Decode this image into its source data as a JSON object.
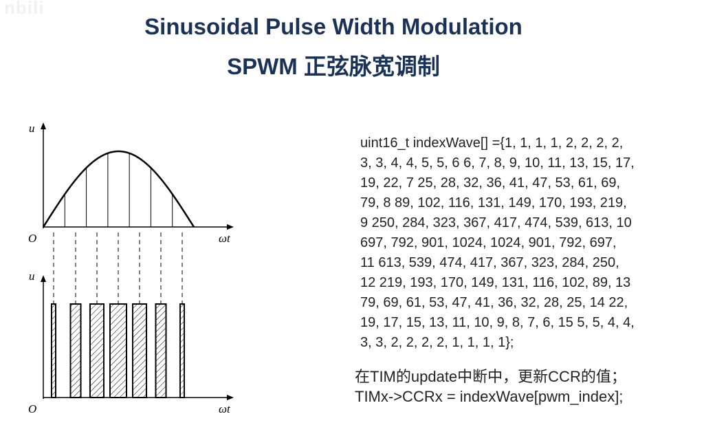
{
  "watermark": "nbili",
  "title": {
    "line1": "Sinusoidal Pulse Width Modulation",
    "line2": "SPWM 正弦脉宽调制"
  },
  "diagram": {
    "top_axis_y_label": "u",
    "top_axis_x_label": "ωt",
    "top_origin_label": "O",
    "bottom_axis_y_label": "u",
    "bottom_axis_x_label": "ωt",
    "bottom_origin_label": "O"
  },
  "code_lines": [
    "uint16_t indexWave[] ={1, 1, 1, 1, 2, 2, 2, 2,",
    "3, 3, 4, 4, 5, 5, 6 6, 7, 8, 9, 10, 11, 13, 15, 17,",
    "19, 22, 7 25, 28, 32, 36, 41, 47, 53, 61, 69,",
    "79, 8 89, 102, 116, 131, 149, 170, 193, 219,",
    "9 250, 284, 323, 367, 417, 474, 539, 613, 10",
    "697, 792, 901, 1024, 1024, 901, 792, 697,",
    "11 613, 539, 474, 417, 367, 323, 284, 250,",
    "12 219, 193, 170, 149, 131, 116, 102, 89, 13",
    "79, 69, 61, 53, 47, 41, 36, 32, 28, 25, 14 22,",
    "19, 17, 15, 13, 11, 10, 9, 8, 7, 6, 15 5, 5, 4, 4,",
    "3, 3, 2, 2, 2, 2, 1, 1, 1, 1};"
  ],
  "note_lines": [
    "在TIM的update中断中，更新CCR的值；",
    "TIMx->CCRx = indexWave[pwm_index];"
  ]
}
